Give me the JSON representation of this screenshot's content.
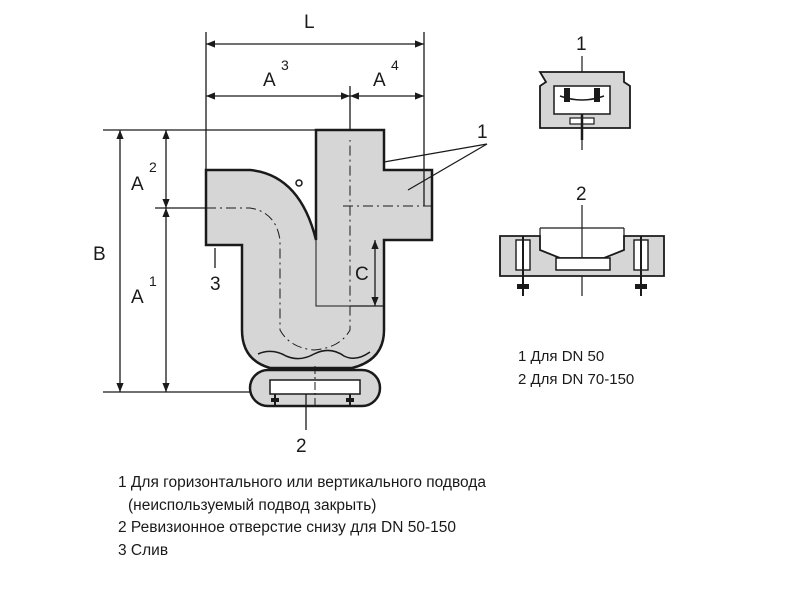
{
  "dimensions": {
    "L": "L",
    "A": "A",
    "A3_sup": "3",
    "A4_sup": "4",
    "A2_sup": "2",
    "A1_sup": "1",
    "B": "B",
    "C": "C"
  },
  "callouts": {
    "c1_main": "1",
    "c2_main": "2",
    "c3_main": "3",
    "c1_detail": "1",
    "c2_detail": "2"
  },
  "detail_legend": [
    "1 Для DN 50",
    "2 Для DN 70-150"
  ],
  "legend": [
    "1 Для горизонтального или вертикального подвода",
    "(неиспользуемый подвод закрыть)",
    "2 Ревизионное отверстие снизу для DN 50-150",
    "3 Слив"
  ]
}
